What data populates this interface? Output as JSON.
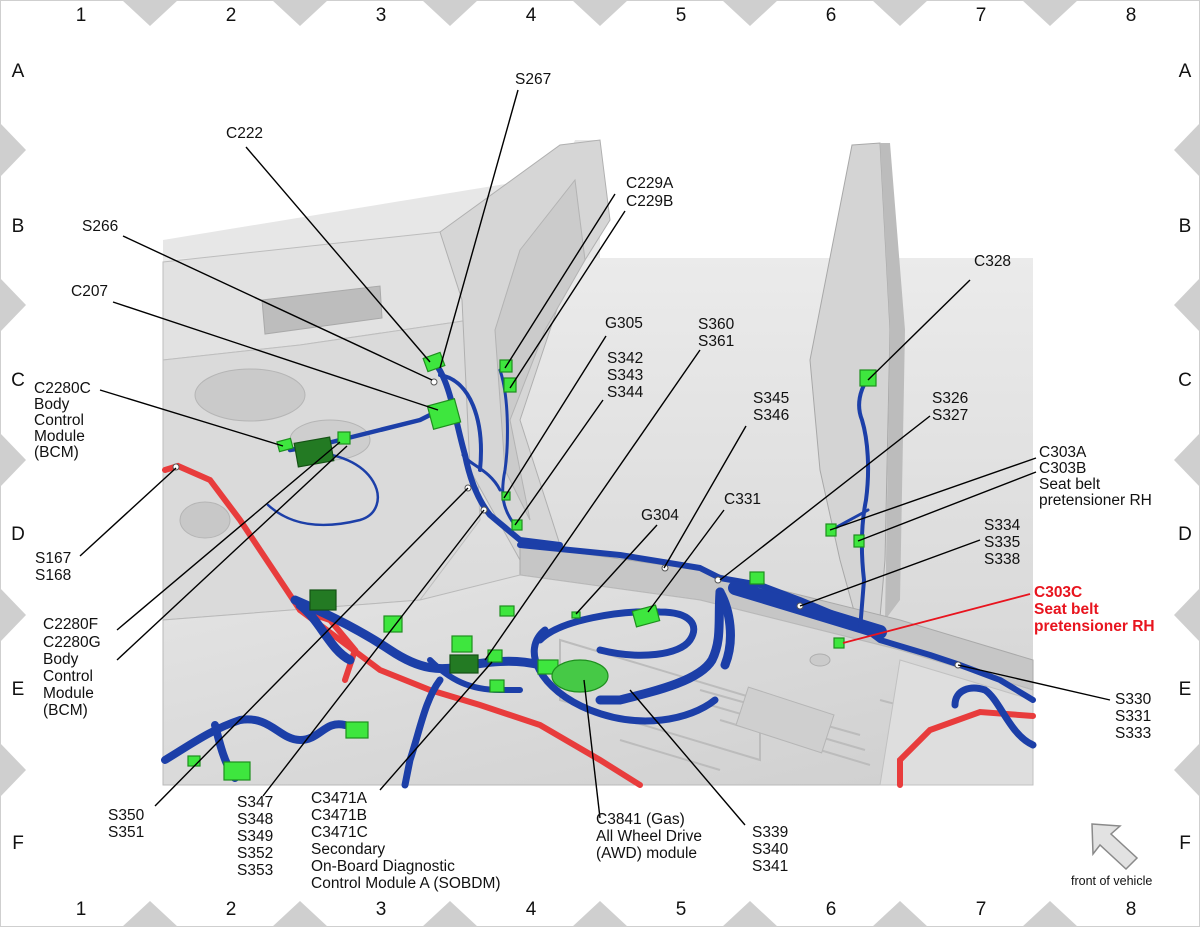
{
  "grid": {
    "columns": [
      "1",
      "2",
      "3",
      "4",
      "5",
      "6",
      "7",
      "8"
    ],
    "rows": [
      "A",
      "B",
      "C",
      "D",
      "E",
      "F"
    ]
  },
  "callouts": {
    "s267": [
      "S267"
    ],
    "c222": [
      "C222"
    ],
    "s266": [
      "S266"
    ],
    "c207": [
      "C207"
    ],
    "c229": [
      "C229A",
      "C229B"
    ],
    "g305": [
      "G305"
    ],
    "s360": [
      "S360",
      "S361"
    ],
    "s342": [
      "S342",
      "S343",
      "S344"
    ],
    "s345": [
      "S345",
      "S346"
    ],
    "c328": [
      "C328"
    ],
    "s326": [
      "S326",
      "S327"
    ],
    "c303ab": [
      "C303A",
      "C303B",
      "Seat belt",
      "pretensioner RH"
    ],
    "s334": [
      "S334",
      "S335",
      "S338"
    ],
    "c303c": [
      "C303C",
      "Seat belt",
      "pretensioner RH"
    ],
    "c2280c": [
      "C2280C",
      "Body",
      "Control",
      "Module",
      "(BCM)"
    ],
    "s167": [
      "S167",
      "S168"
    ],
    "c2280fg": [
      "C2280F",
      "C2280G",
      "Body",
      "Control",
      "Module",
      "(BCM)"
    ],
    "g304": [
      "G304"
    ],
    "c331": [
      "C331"
    ],
    "s330": [
      "S330",
      "S331",
      "S333"
    ],
    "s350": [
      "S350",
      "S351"
    ],
    "s347": [
      "S347",
      "S348",
      "S349",
      "S352",
      "S353"
    ],
    "c3471": [
      "C3471A",
      "C3471B",
      "C3471C",
      "Secondary",
      "On-Board Diagnostic",
      "Control Module A (SOBDM)"
    ],
    "c3841": [
      "C3841 (Gas)",
      "All Wheel Drive",
      "(AWD) module"
    ],
    "s339": [
      "S339",
      "S340",
      "S341"
    ]
  },
  "footer": {
    "front_of_vehicle": "front of vehicle"
  },
  "colors": {
    "harness_blue": "#1c3fa8",
    "connector_green": "#3ee63e",
    "ground_cable_red": "#e83c3c",
    "highlight_red": "#e8141e",
    "body_gray": "#d9d9d9"
  }
}
